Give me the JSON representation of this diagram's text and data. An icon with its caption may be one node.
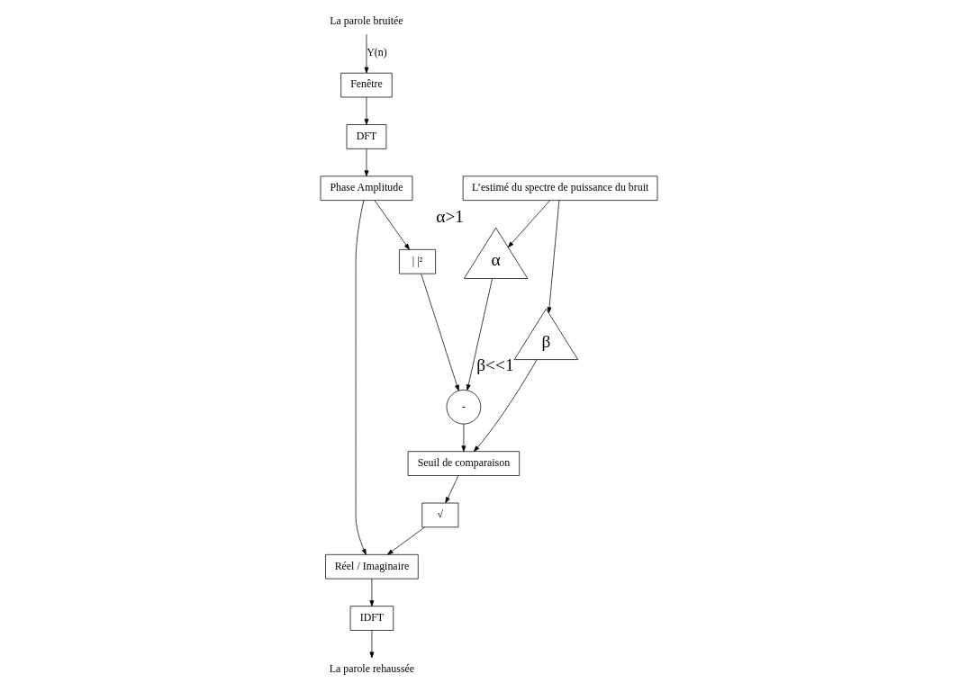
{
  "diagram": {
    "nodes": [
      {
        "text": [
          "La parole bruitée"
        ]
      },
      {
        "text": [
          "Fenêtre"
        ]
      },
      {
        "text": [
          "DFT"
        ]
      },
      {
        "text": [
          "Phase Amplitude"
        ]
      },
      {
        "text": [
          "Réel / Imaginaire"
        ]
      },
      {
        "text": [
          "| |²"
        ]
      },
      {
        "text": [
          "-"
        ]
      },
      {
        "text": [
          "Seuil de comparaison"
        ]
      },
      {
        "text": [
          "√"
        ]
      },
      {
        "text": [
          "α"
        ],
        "beside": [
          "α>1"
        ]
      },
      {
        "text": [
          "β"
        ],
        "beside": [
          "β<<1"
        ]
      },
      {
        "text": [
          "L’estimé du spectre de puissance du bruit"
        ]
      },
      {
        "text": [
          "IDFT"
        ]
      },
      {
        "text": [
          "La parole rehaussée"
        ]
      }
    ],
    "edges": [
      {
        "from": 0,
        "to": 1,
        "arrow": "to",
        "label": "Y(n)"
      },
      {
        "from": 1,
        "to": 2,
        "arrow": "to"
      },
      {
        "from": 2,
        "to": 3,
        "arrow": "to"
      },
      {
        "from": 3,
        "to": 4,
        "arrow": "to"
      },
      {
        "from": 3,
        "to": 5,
        "arrow": "to"
      },
      {
        "from": 5,
        "to": 6,
        "arrow": "to"
      },
      {
        "from": 6,
        "to": 7,
        "arrow": "to"
      },
      {
        "from": 7,
        "to": 8,
        "arrow": "to"
      },
      {
        "from": 8,
        "to": 4,
        "arrow": "to"
      },
      {
        "from": 4,
        "to": 12,
        "arrow": "to"
      },
      {
        "from": 12,
        "to": 13,
        "arrow": "to"
      },
      {
        "from": 9,
        "to": 6,
        "arrow": "to"
      },
      {
        "from": 10,
        "to": 7,
        "arrow": "to"
      },
      {
        "from": 11,
        "to": 9,
        "arrow": "to"
      },
      {
        "from": 11,
        "to": 10,
        "arrow": "to"
      }
    ]
  }
}
